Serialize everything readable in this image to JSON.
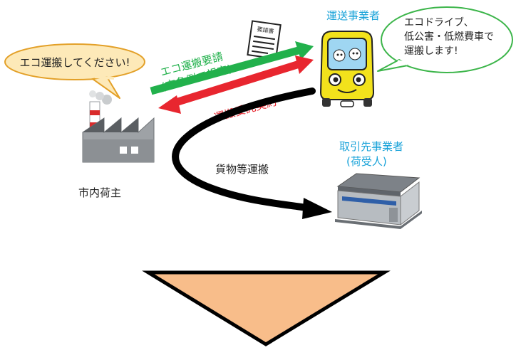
{
  "shipper": {
    "speech": "エコ運搬してください!",
    "label": "市内荷主"
  },
  "carrier": {
    "title": "運送事業者",
    "speech_lines": [
      "エコドライブ、",
      "低公害・低燃費車で",
      "運搬します!"
    ]
  },
  "recipient": {
    "title_line1": "取引先事業者",
    "title_line2": "(荷受人)"
  },
  "document": {
    "label": "要請書"
  },
  "arrows": {
    "request_line1": "エコ運搬要請",
    "request_line2": "(市条例で規定)",
    "contract": "運搬委託契約",
    "cargo": "貨物等運搬"
  },
  "colors": {
    "request_green": "#22b14c",
    "contract_red": "#e8262f",
    "cargo_black": "#000000",
    "speech_orange_fill": "#fde9b8",
    "speech_orange_stroke": "#e3a028",
    "speech_green_stroke": "#3cb54a",
    "title_blue": "#1aa3d9",
    "down_arrow_fill": "#f8bd8a",
    "factory_gray": "#8c9094",
    "bus_yellow": "#f2e21c"
  },
  "icons": [
    "factory-icon",
    "bus-character-icon",
    "warehouse-icon",
    "document-icon",
    "down-arrow-icon"
  ]
}
